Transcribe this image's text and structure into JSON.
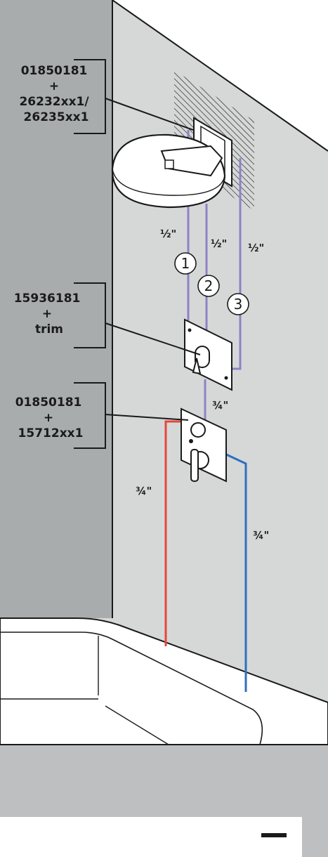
{
  "labels": {
    "showerhead_part": [
      "01850181",
      "+",
      "26232xx1/",
      "26235xx1"
    ],
    "diverter_part": [
      "15936181",
      "+",
      "trim"
    ],
    "thermostat_part": [
      "01850181",
      "+",
      "15712xx1"
    ]
  },
  "sizes": {
    "outlet_1": "½\"",
    "outlet_2": "½\"",
    "outlet_3": "½\"",
    "supply_mid": "¾\"",
    "hot": "¾\"",
    "cold": "¾\""
  },
  "outlets": [
    "1",
    "2",
    "3"
  ],
  "colors": {
    "wall_dark": "#a9acad",
    "wall_light": "#d6d8d8",
    "floor": "#bdbfc0",
    "outlet_pipe": "#8f82c4",
    "hot_pipe": "#e4473a",
    "cold_pipe": "#2f6fbf"
  }
}
